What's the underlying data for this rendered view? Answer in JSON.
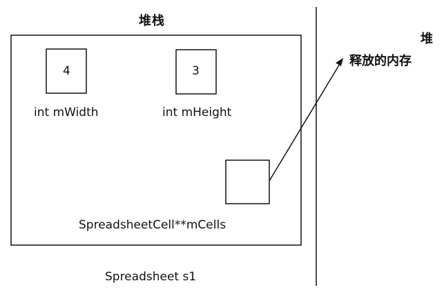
{
  "diagram": {
    "stack_label": "堆栈",
    "heap_label": "堆",
    "fields": {
      "width": {
        "value": "4",
        "label": "int mWidth"
      },
      "height": {
        "value": "3",
        "label": "int mHeight"
      },
      "cells": {
        "label": "SpreadsheetCell**mCells"
      }
    },
    "object_label": "Spreadsheet s1",
    "freed_memory_label": "释放的内存"
  }
}
